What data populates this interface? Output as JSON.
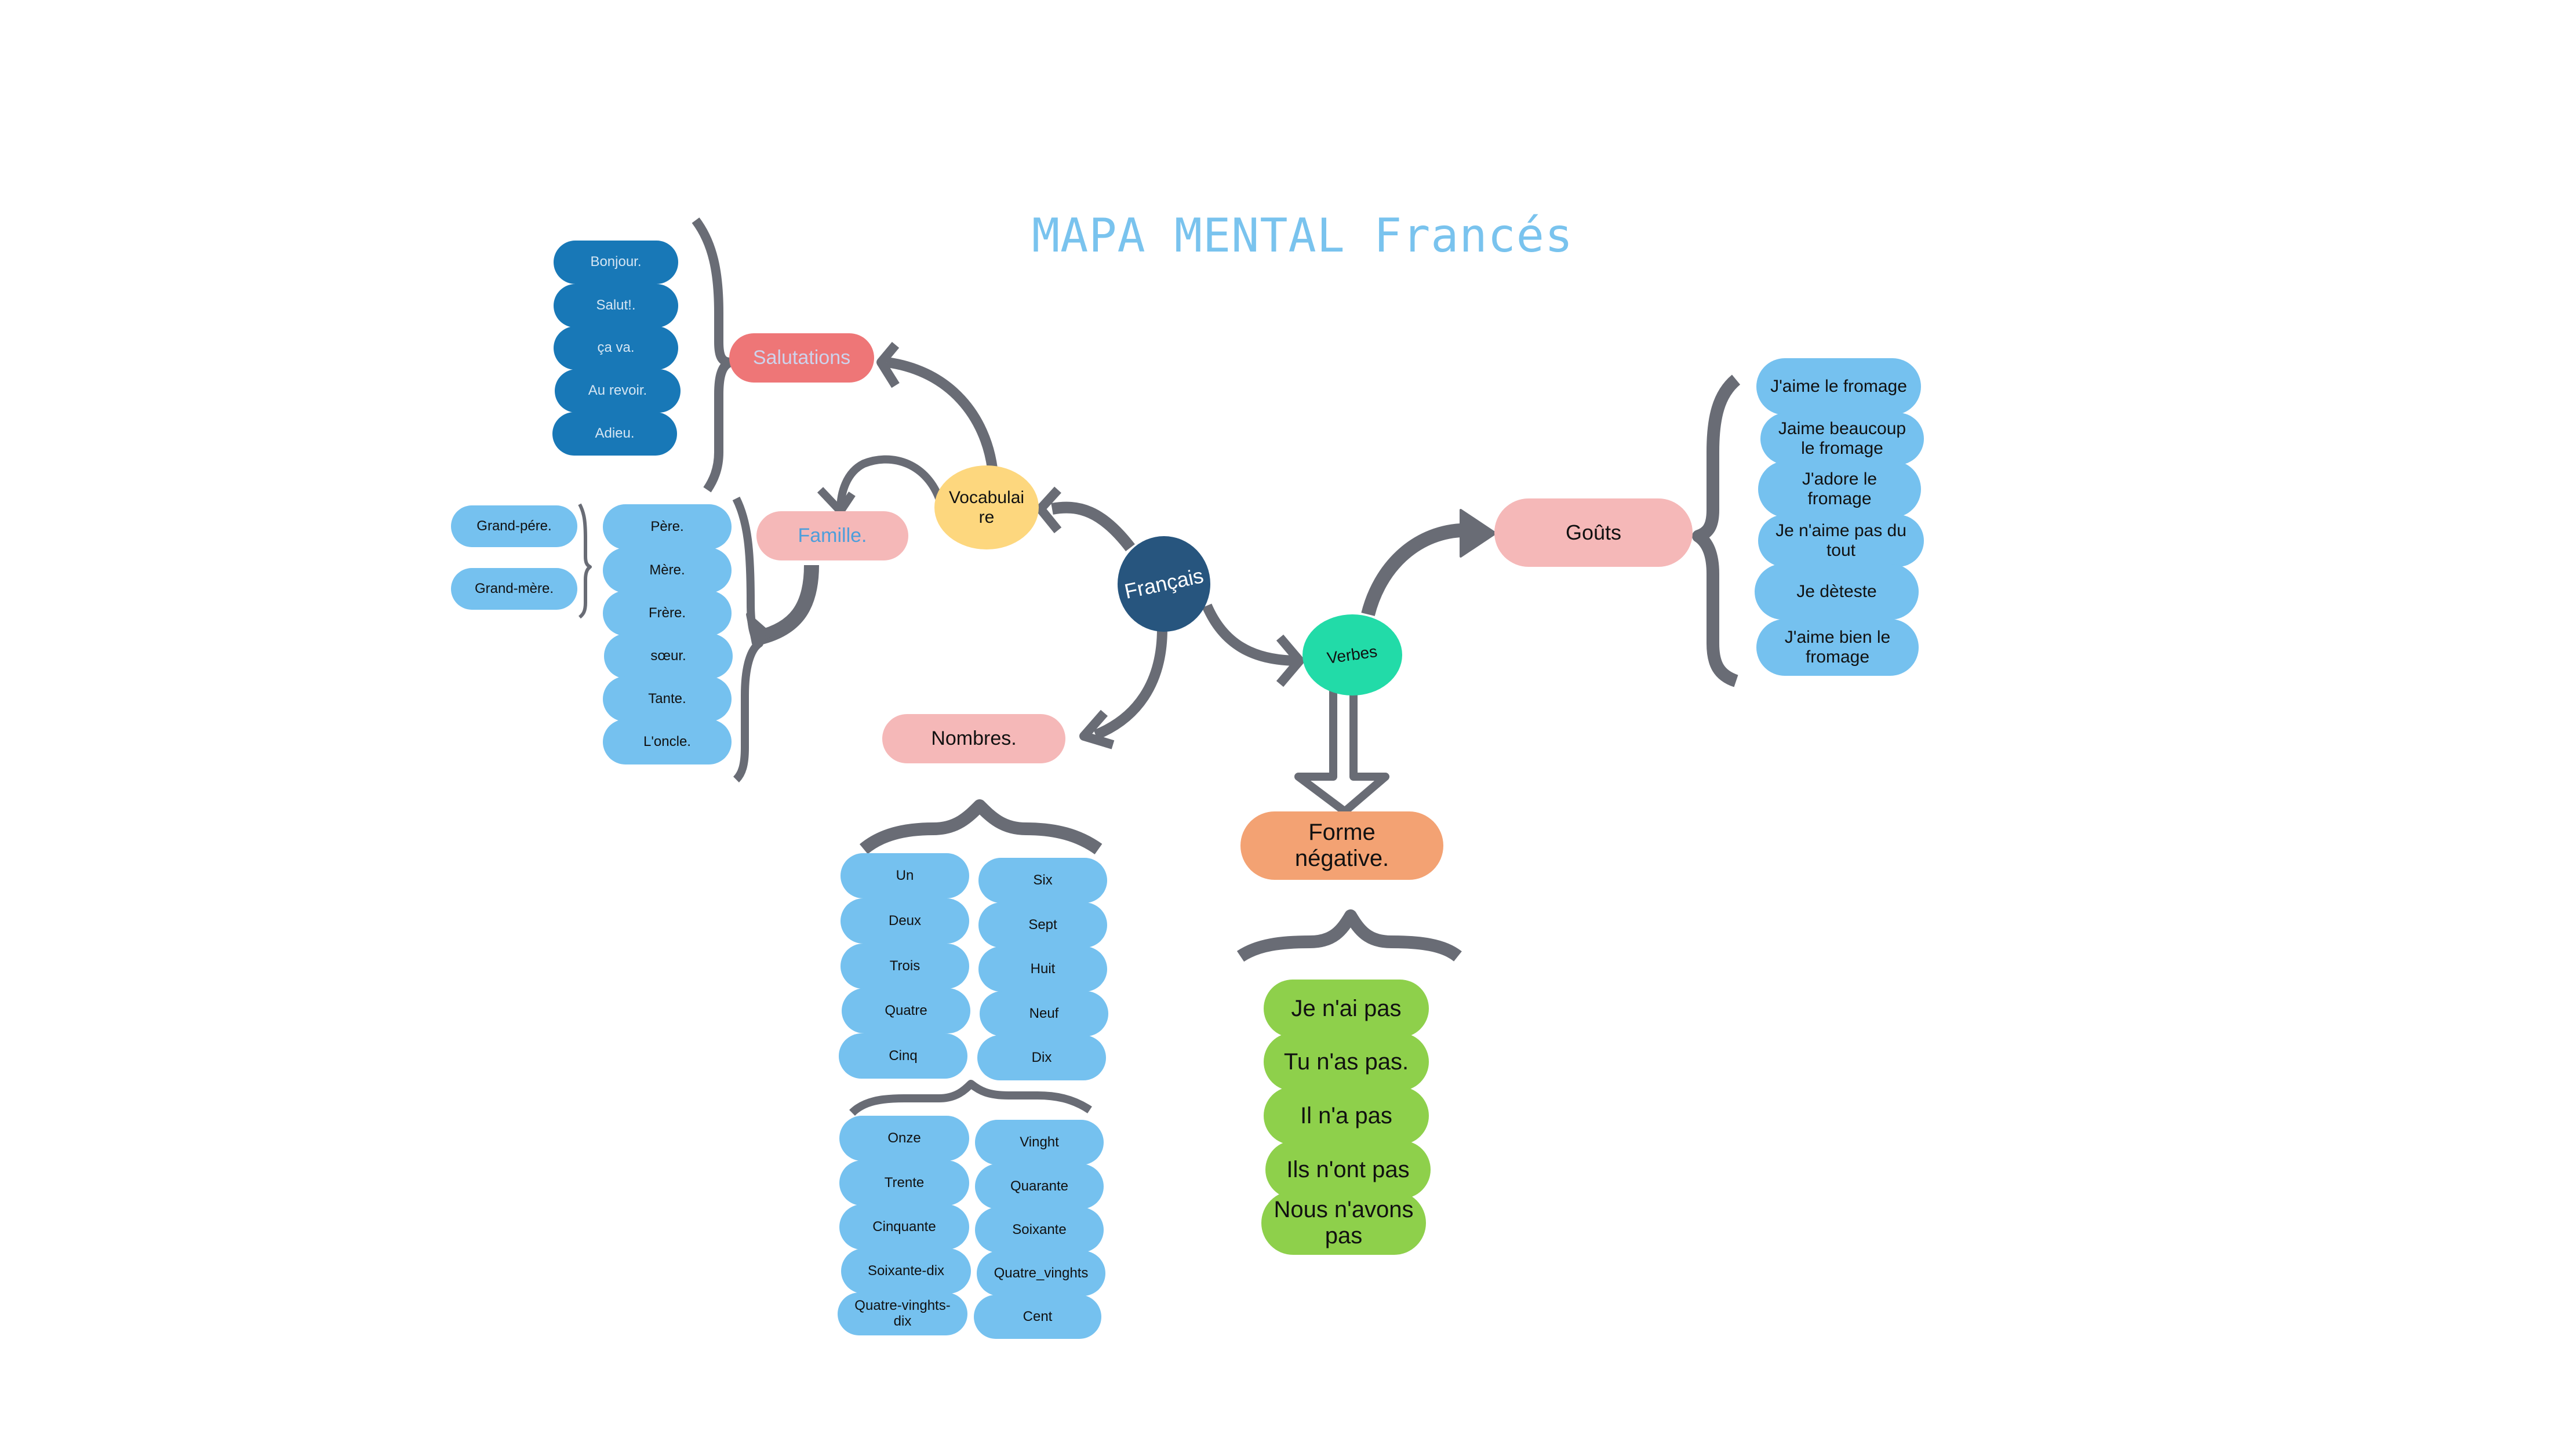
{
  "title": "MAPA MENTAL Francés",
  "colors": {
    "title": "#79c3ee",
    "connector": "#696c75",
    "center": "#27557e",
    "vocabulaire": "#fdd77e",
    "verbes": "#22dba8",
    "salutations": "#ee7677",
    "pink_node": "#f5b8b8",
    "forme_negative": "#f3a273",
    "dark_item": "#1878b7",
    "light_item": "#75c1ef",
    "green_item": "#8ed04b"
  },
  "center": {
    "label": "Français"
  },
  "branches": {
    "vocabulaire": {
      "label": "Vocabulai re"
    },
    "verbes": {
      "label": "Verbes"
    }
  },
  "topics": {
    "salutations": {
      "label": "Salutations",
      "items": [
        "Bonjour.",
        "Salut!.",
        "ça va.",
        "Au revoir.",
        "Adieu."
      ]
    },
    "famille": {
      "label": "Famille.",
      "items": [
        "Père.",
        "Mère.",
        "Frère.",
        "sœur.",
        "Tante.",
        "L'oncle."
      ],
      "grandparents": [
        "Grand-pére.",
        "Grand-mère."
      ]
    },
    "nombres": {
      "label": "Nombres.",
      "col1": [
        "Un",
        "Deux",
        "Trois",
        "Quatre",
        "Cinq"
      ],
      "col2": [
        "Six",
        "Sept",
        "Huit",
        "Neuf",
        "Dix"
      ],
      "col3": [
        "Onze",
        "Trente",
        "Cinquante",
        "Soixante-dix",
        "Quatre-vinghts-dix"
      ],
      "col4": [
        "Vinght",
        "Quarante",
        "Soixante",
        "Quatre_vinghts",
        "Cent"
      ]
    },
    "gouts": {
      "label": "Goûts",
      "items": [
        "J'aime le fromage",
        "Jaime beaucoup le fromage",
        "J'adore le fromage",
        "Je n'aime pas du tout",
        "Je dèteste",
        "J'aime bien le fromage"
      ]
    },
    "forme_negative": {
      "label": "Forme négative.",
      "items": [
        "Je n'ai pas",
        "Tu n'as pas.",
        "Il n'a pas",
        "Ils n'ont pas",
        "Nous n'avons pas"
      ]
    }
  }
}
